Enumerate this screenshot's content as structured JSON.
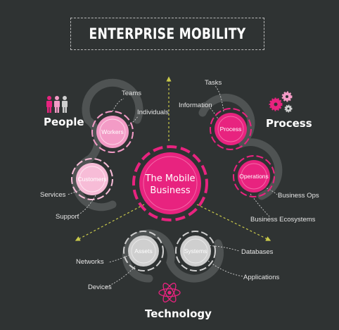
{
  "title": "ENTERPRISE MOBILITY",
  "center": {
    "line1": "The Mobile",
    "line2": "Business"
  },
  "groups": {
    "people": "People",
    "process": "Process",
    "technology": "Technology"
  },
  "nodes": {
    "workers": "Workers",
    "customers": "Customers",
    "process": "Process",
    "operations": "Operations",
    "assets": "Assets",
    "systems": "Systems"
  },
  "labels": {
    "teams": "Teams",
    "individuals": "Individuals",
    "services": "Services",
    "support": "Support",
    "tasks": "Tasks",
    "information": "Information",
    "business_ops": "Business Ops",
    "business_ecosystems": "Business Ecosystems",
    "networks": "Networks",
    "devices": "Devices",
    "databases": "Databases",
    "applications": "Applications"
  },
  "colors": {
    "background": "#2f3333",
    "magenta": "#e8237f",
    "pink": "#f39bc6",
    "light_pink": "#f7bcd7",
    "gray": "#cfcfcf",
    "arrow": "#c9c94a",
    "track": "#4f5353"
  }
}
